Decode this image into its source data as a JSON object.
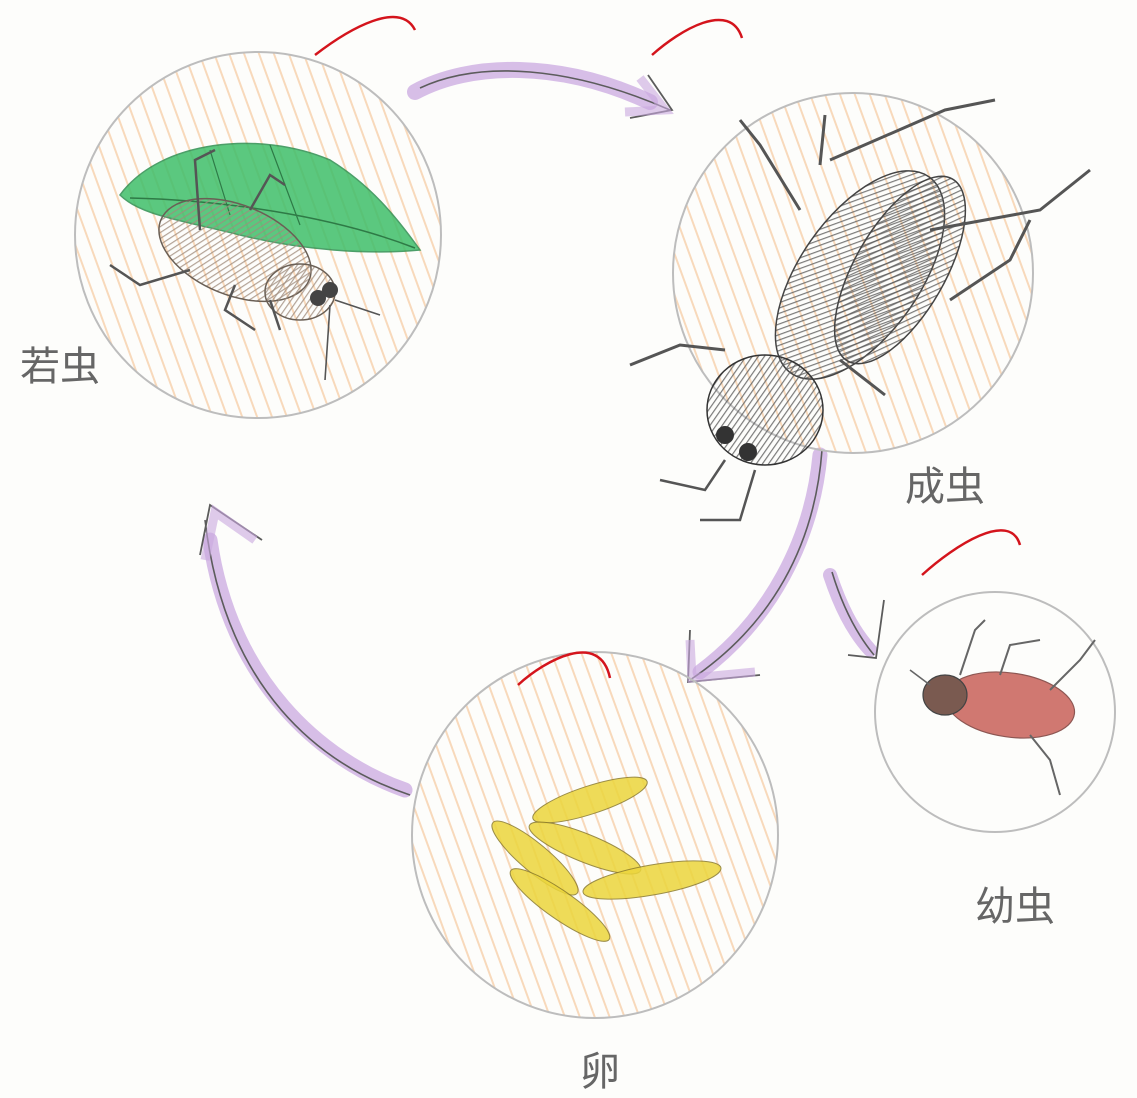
{
  "diagram": {
    "stages": [
      {
        "id": "nymph-late",
        "label": "若虫"
      },
      {
        "id": "adult",
        "label": "成虫"
      },
      {
        "id": "egg",
        "label": "卵"
      },
      {
        "id": "nymph-early",
        "label": "幼虫"
      }
    ]
  },
  "colors": {
    "circle_outline": "#bdbdbd",
    "arrow": "#c9a8e0",
    "arrow_pencil": "#5c5c5c",
    "tick_mark": "#d4141c",
    "crayon_orange": "#f2b47a",
    "leaf_green": "#3fbf6a",
    "egg_yellow": "#ecd63c",
    "adult_gray": "#6f6f6f",
    "nymph_brown": "#b9a89b",
    "young_red": "#c9615a"
  },
  "icons": {
    "nymph_late": "cricket-nymph-on-leaf-icon",
    "adult": "adult-cricket-icon",
    "egg": "cricket-eggs-icon",
    "nymph_early": "young-cricket-nymph-icon"
  }
}
